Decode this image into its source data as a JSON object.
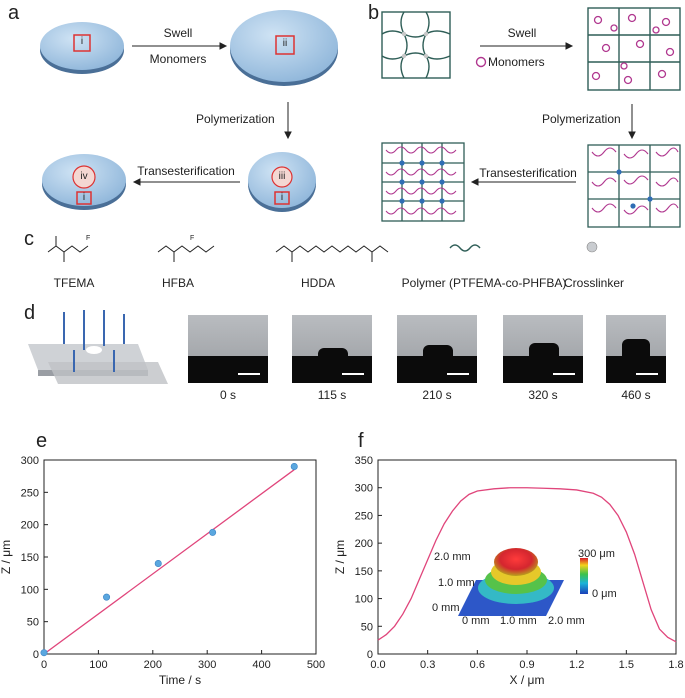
{
  "panels": {
    "a": "a",
    "b": "b",
    "c": "c",
    "d": "d",
    "e": "e",
    "f": "f"
  },
  "panel_a": {
    "swell": "Swell",
    "monomers": "Monomers",
    "polymerization": "Polymerization",
    "transesterification": "Transesterification",
    "roman": {
      "i": "i",
      "ii": "ii",
      "iii": "iii",
      "iv": "iv"
    }
  },
  "panel_b": {
    "swell": "Swell",
    "monomers": "Monomers",
    "polymerization": "Polymerization",
    "transesterification": "Transesterification"
  },
  "panel_c": {
    "tfema": "TFEMA",
    "hfba": "HFBA",
    "hdda": "HDDA",
    "polymer": "Polymer (PTFEMA-co-PHFBA)",
    "crosslinker": "Crosslinker",
    "fluorine": "F"
  },
  "panel_d": {
    "times": [
      "0 s",
      "115 s",
      "210 s",
      "320 s",
      "460 s"
    ],
    "bump_levels": [
      0,
      0.35,
      0.55,
      0.7,
      1.0
    ]
  },
  "colors": {
    "line": "#e0457b",
    "point": "#5aa7df",
    "disk": "#a6c8e6",
    "network": "#2f5e57",
    "monomer": "#b0378f",
    "node": "#2f6db5"
  },
  "chart_data": [
    {
      "id": "e",
      "type": "scatter",
      "xlabel": "Time / s",
      "ylabel": "Z / μm",
      "xlim": [
        0,
        500
      ],
      "ylim": [
        0,
        300
      ],
      "xticks": [
        "0",
        "100",
        "200",
        "300",
        "400",
        "500"
      ],
      "yticks": [
        "0",
        "50",
        "100",
        "150",
        "200",
        "250",
        "300"
      ],
      "points": [
        [
          0,
          2
        ],
        [
          115,
          88
        ],
        [
          210,
          140
        ],
        [
          310,
          188
        ],
        [
          460,
          290
        ]
      ],
      "fit_line": [
        [
          0,
          0
        ],
        [
          460,
          285
        ]
      ]
    },
    {
      "id": "f",
      "type": "line",
      "xlabel": "X / μm",
      "ylabel": "Z / μm",
      "xlim": [
        0,
        1.8
      ],
      "ylim": [
        0,
        350
      ],
      "xticks": [
        "0.0",
        "0.3",
        "0.6",
        "0.9",
        "1.2",
        "1.5",
        "1.8"
      ],
      "yticks": [
        "0",
        "50",
        "100",
        "150",
        "200",
        "250",
        "300",
        "350"
      ],
      "series": [
        {
          "name": "",
          "x": [
            0,
            0.05,
            0.1,
            0.15,
            0.2,
            0.25,
            0.3,
            0.35,
            0.4,
            0.45,
            0.5,
            0.55,
            0.6,
            0.7,
            0.8,
            0.9,
            1.0,
            1.1,
            1.2,
            1.3,
            1.35,
            1.4,
            1.45,
            1.5,
            1.55,
            1.6,
            1.65,
            1.7,
            1.75,
            1.8
          ],
          "y": [
            25,
            35,
            50,
            72,
            100,
            135,
            170,
            205,
            235,
            258,
            276,
            288,
            294,
            298,
            300,
            300,
            299,
            298,
            296,
            290,
            283,
            270,
            250,
            220,
            180,
            130,
            80,
            45,
            30,
            22
          ]
        }
      ],
      "inset": {
        "label_y2": "2.0 mm",
        "label_y1": "1.0 mm",
        "label_y0": "0 mm",
        "label_x0": "0 mm",
        "label_x1": "1.0 mm",
        "label_x2": "2.0 mm",
        "scale_max": "300 μm",
        "scale_min": "0 μm"
      }
    }
  ]
}
